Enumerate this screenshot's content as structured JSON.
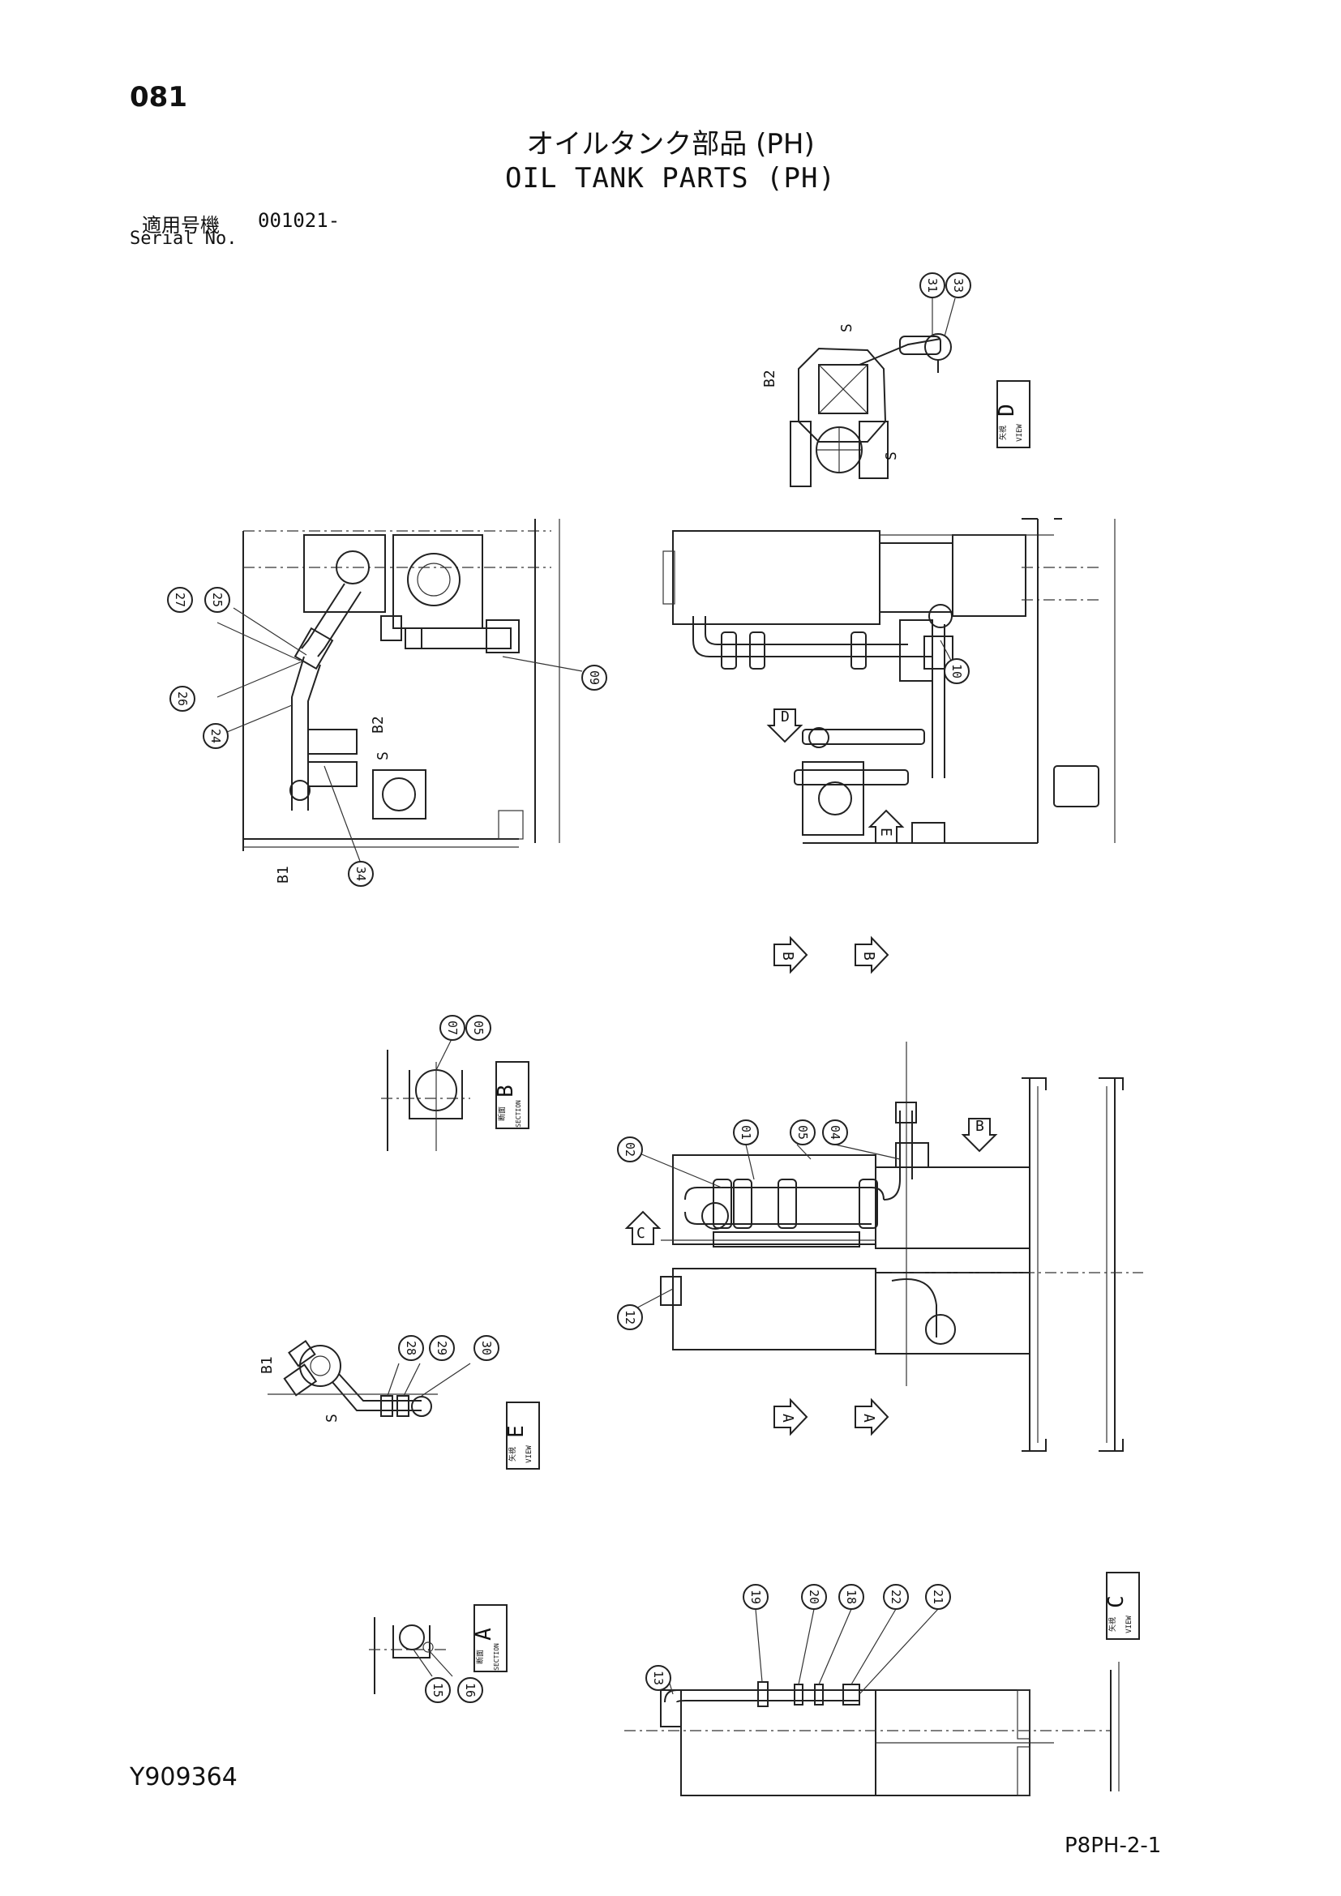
{
  "header": {
    "page_number": "081",
    "title_jp": "オイルタンク部品 (PH)",
    "title_en": "OIL TANK PARTS (PH)",
    "serial_label_jp": "適用号機",
    "serial_number": "001021-",
    "serial_label_en": "Serial No."
  },
  "footer": {
    "drawing_code": "Y909364",
    "page_code": "P8PH-2-1"
  },
  "view_labels": {
    "view_d": {
      "jp": "矢視",
      "en": "VIEW",
      "letter": "D"
    },
    "view_e": {
      "jp": "矢視",
      "en": "VIEW",
      "letter": "E"
    },
    "view_c": {
      "jp": "矢視",
      "en": "VIEW",
      "letter": "C"
    },
    "section_b": {
      "jp": "断面",
      "en": "SECTION",
      "letter": "B"
    },
    "section_a": {
      "jp": "断面",
      "en": "SECTION",
      "letter": "A"
    }
  },
  "arrow_letters": {
    "d": "D",
    "e": "E",
    "b1": "B",
    "b2": "B",
    "b3": "B",
    "c": "C",
    "a1": "A",
    "a2": "A"
  },
  "markers": {
    "b1": "B1",
    "b2": "B2",
    "s": "S"
  },
  "callouts": {
    "c01": "01",
    "c02": "02",
    "c04": "04",
    "c05": "05",
    "c05b": "05",
    "c07": "07",
    "c09": "09",
    "c10": "10",
    "c12": "12",
    "c13": "13",
    "c15": "15",
    "c16": "16",
    "c18": "18",
    "c19": "19",
    "c20": "20",
    "c21": "21",
    "c22": "22",
    "c24": "24",
    "c25": "25",
    "c26": "26",
    "c27": "27",
    "c28": "28",
    "c29": "29",
    "c30": "30",
    "c31": "31",
    "c33": "33",
    "c34": "34"
  }
}
